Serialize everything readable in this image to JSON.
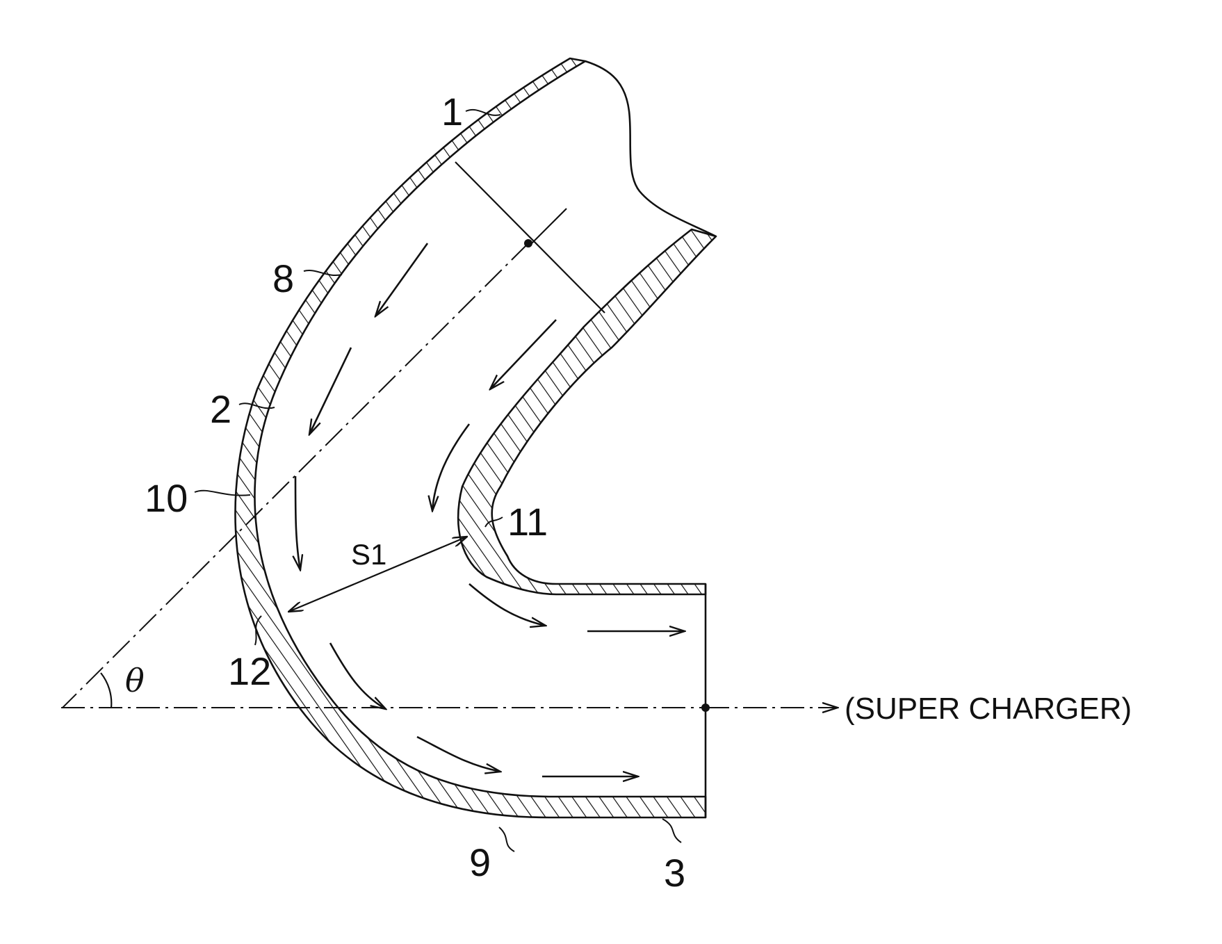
{
  "figure": {
    "labels": {
      "pipe_inlet": "1",
      "outer_wall_upper": "2",
      "outlet_section": "3",
      "outer_wall_start": "8",
      "outer_wall_lower": "9",
      "outer_inflection": "10",
      "inner_inflection": "11",
      "outer_contact": "12",
      "gap": "S1",
      "angle": "θ"
    },
    "destination": "(SUPER CHARGER)"
  }
}
